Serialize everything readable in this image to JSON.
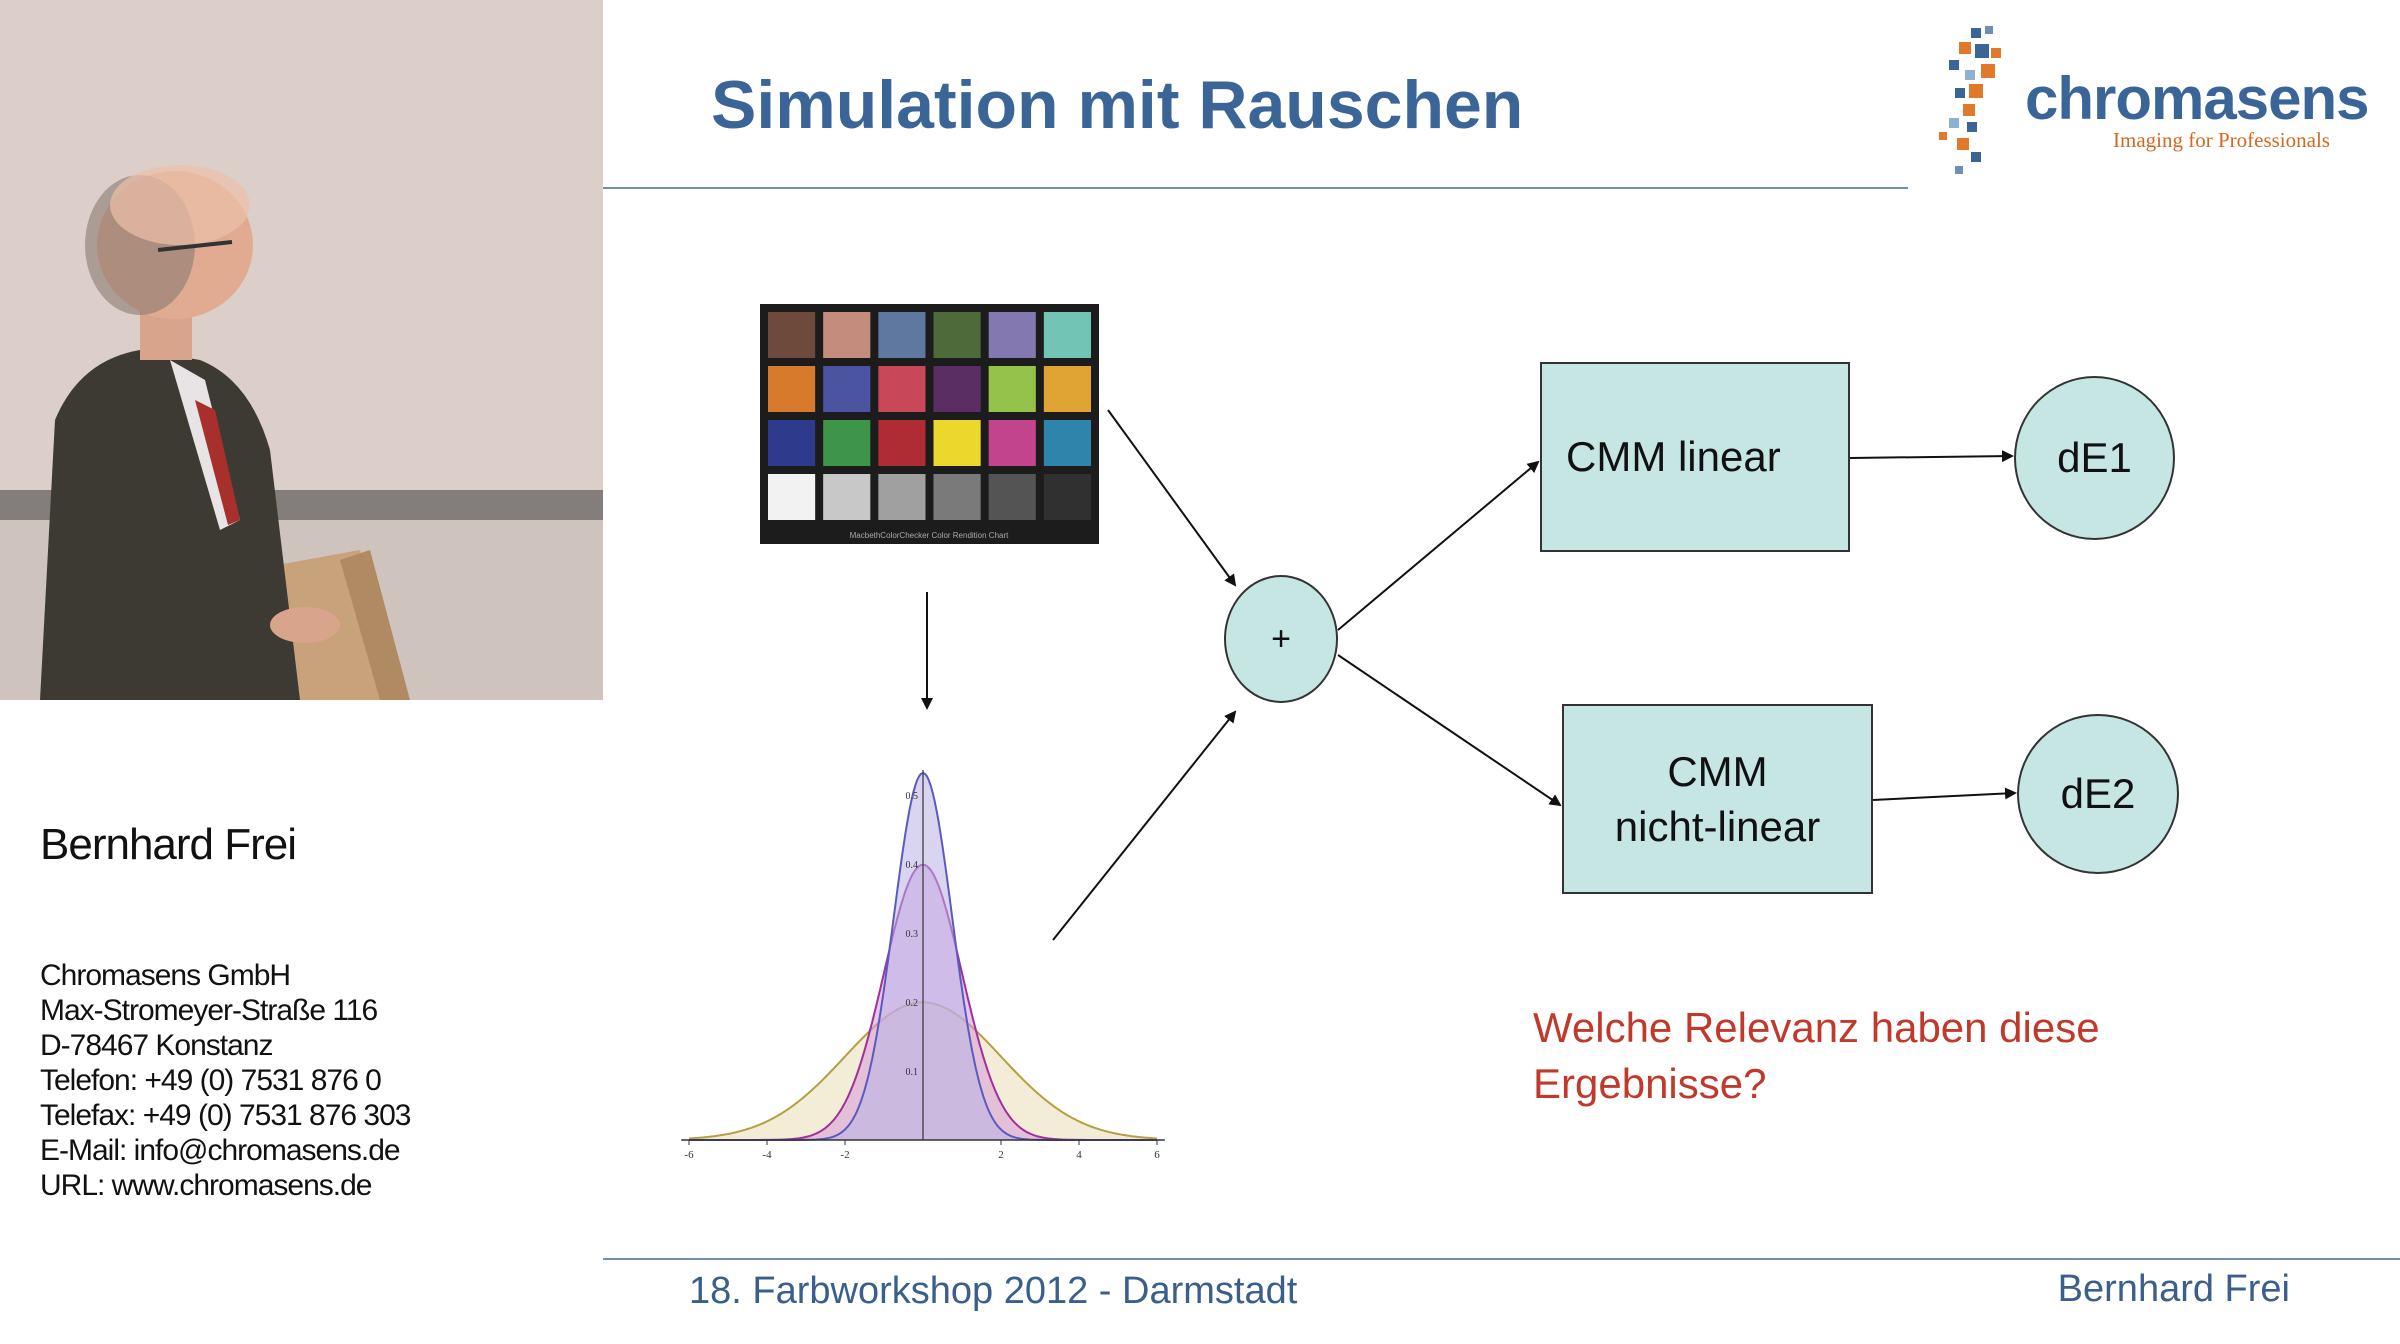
{
  "speaker": {
    "name": "Bernhard Frei",
    "contact_lines": [
      "Chromasens GmbH",
      "Max-Stromeyer-Straße 116",
      "D-78467 Konstanz",
      "Telefon: +49 (0) 7531 876 0",
      "Telefax: +49 (0) 7531 876 303",
      "E-Mail: info@chromasens.de",
      "URL: www.chromasens.de"
    ]
  },
  "slide": {
    "title": "Simulation mit Rauschen",
    "logo": {
      "name": "chromasens",
      "tagline": "Imaging for Professionals"
    },
    "diagram": {
      "sum_node": "+",
      "box_linear": "CMM linear",
      "box_nonlinear_line1": "CMM",
      "box_nonlinear_line2": "nicht-linear",
      "result1": "dE1",
      "result2": "dE2",
      "checker_caption": "MacbethColorChecker Color Rendition Chart",
      "checker_colors": [
        "#6e4a3c",
        "#c38c7c",
        "#5e78a0",
        "#4e6a3a",
        "#8478b0",
        "#72c4b4",
        "#d87a2c",
        "#4a54a0",
        "#c8485a",
        "#5a2e62",
        "#94c24a",
        "#e0a434",
        "#2e3a8c",
        "#3e9448",
        "#b02c34",
        "#ecd82c",
        "#c2448c",
        "#2e84aa",
        "#f2f2f2",
        "#c8c8c8",
        "#a0a0a0",
        "#7a7a7a",
        "#545454",
        "#303030"
      ],
      "curve_y_ticks": [
        "0.5",
        "0.4",
        "0.3",
        "0.2",
        "0.1"
      ],
      "curve_x_ticks": [
        "-6",
        "-4",
        "-2",
        "2",
        "4",
        "6"
      ],
      "curve_sigmas": [
        0.75,
        1.0,
        2.0
      ],
      "curve_fill_colors": [
        "#b9b3e6",
        "#d59ad8",
        "#e9dfb6"
      ],
      "curve_line_colors": [
        "#5a5ac0",
        "#a0309a",
        "#b4a040"
      ]
    },
    "question_line1": "Welche Relevanz haben diese",
    "question_line2": "Ergebnisse?",
    "footer_left": "18. Farbworkshop 2012 - Darmstadt",
    "footer_right": "Bernhard Frei"
  }
}
